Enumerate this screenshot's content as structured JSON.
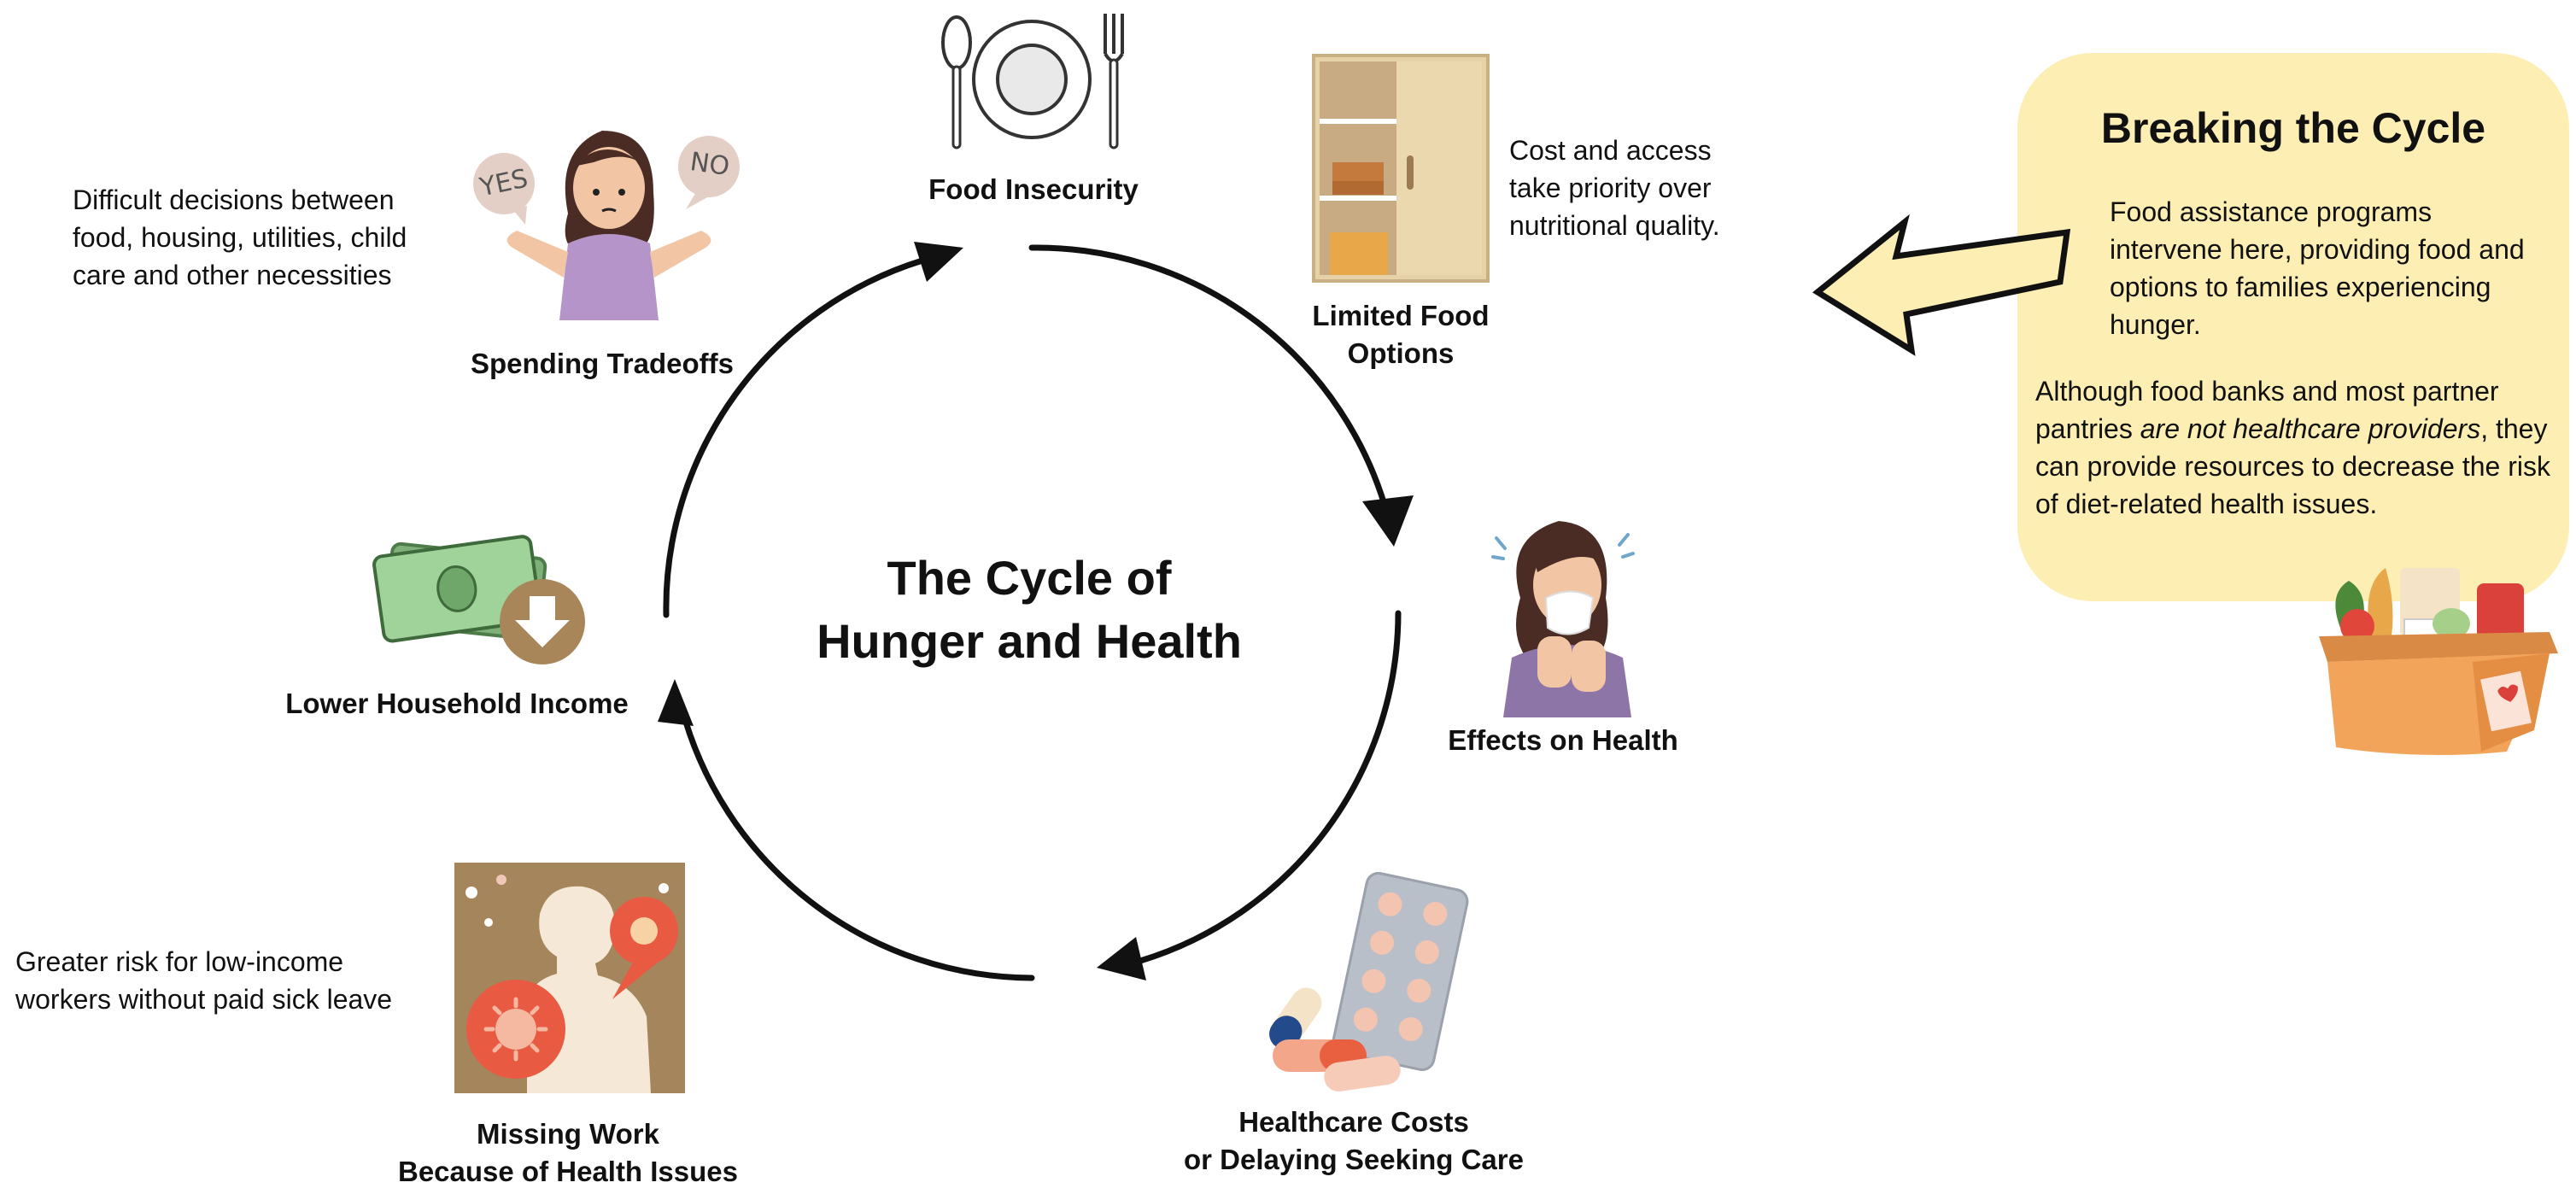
{
  "center": {
    "title_line1": "The Cycle of",
    "title_line2": "Hunger and Health"
  },
  "nodes": {
    "food_insecurity": "Food Insecurity",
    "limited_food_line1": "Limited Food",
    "limited_food_line2": "Options",
    "effects_on_health": "Effects on Health",
    "healthcare_line1": "Healthcare Costs",
    "healthcare_line2": "or Delaying Seeking Care",
    "missing_work_line1": "Missing Work",
    "missing_work_line2": "Because of Health Issues",
    "lower_income": "Lower Household Income",
    "spending_tradeoffs": "Spending Tradeoffs"
  },
  "notes": {
    "limited_food": [
      "Cost and access",
      "take priority over",
      "nutritional quality."
    ],
    "spending_tradeoffs": [
      "Difficult decisions between",
      "food, housing, utilities, child",
      "care and other necessities"
    ],
    "missing_work": [
      "Greater risk for low-income",
      "workers without paid sick leave"
    ]
  },
  "speech": {
    "yes": "YES",
    "no": "NO"
  },
  "panel": {
    "title": "Breaking the Cycle",
    "p1": "Food assistance programs intervene here, providing food and options to families experiencing hunger.",
    "p2_before": "Although food banks and most partner pantries ",
    "p2_italic": "are not healthcare providers",
    "p2_after": ", they can provide resources to decrease the risk of diet-related health issues."
  },
  "colors": {
    "panel_bg": "#fdeeb4",
    "arrow_fill": "#fdeeb4",
    "accent_purple": "#b494c9",
    "money_green": "#8fc48b",
    "box_orange": "#f2a55a"
  }
}
